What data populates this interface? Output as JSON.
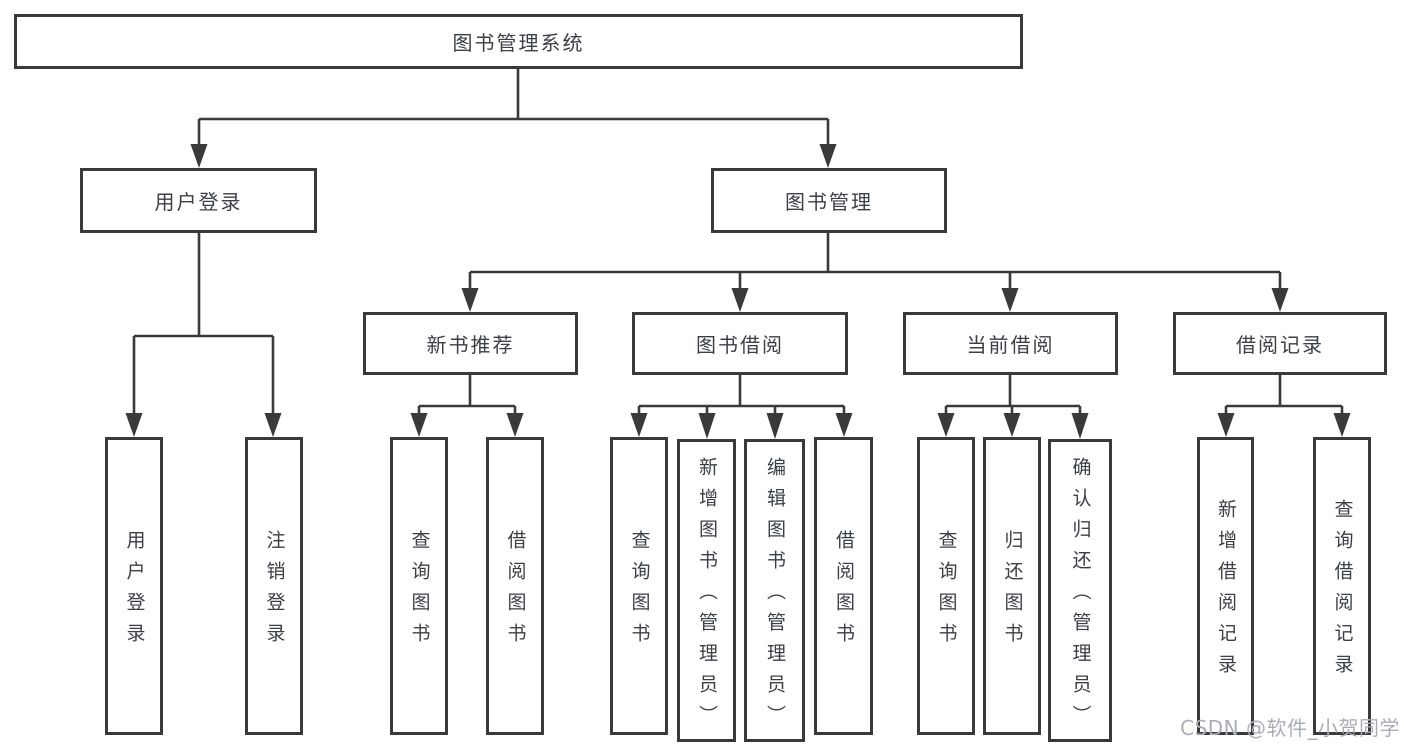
{
  "root": {
    "label": "图书管理系统"
  },
  "branches": {
    "user_login": {
      "label": "用户登录",
      "children": {
        "login": {
          "label": "用户登录"
        },
        "logout": {
          "label": "注销登录"
        }
      }
    },
    "book_mgmt": {
      "label": "图书管理",
      "sections": {
        "new_book_rec": {
          "label": "新书推荐",
          "children": {
            "query_book": {
              "label": "查询图书"
            },
            "borrow_book": {
              "label": "借阅图书"
            }
          }
        },
        "book_borrow": {
          "label": "图书借阅",
          "children": {
            "query_book": {
              "label": "查询图书"
            },
            "add_book": {
              "label": "新增图书（管理员）"
            },
            "edit_book": {
              "label": "编辑图书（管理员）"
            },
            "borrow_book": {
              "label": "借阅图书"
            }
          }
        },
        "current_borrow": {
          "label": "当前借阅",
          "children": {
            "query_book": {
              "label": "查询图书"
            },
            "return_book": {
              "label": "归还图书"
            },
            "confirm_return": {
              "label": "确认归还（管理员）"
            }
          }
        },
        "borrow_record": {
          "label": "借阅记录",
          "children": {
            "add_record": {
              "label": "新增借阅记录"
            },
            "query_record": {
              "label": "查询借阅记录"
            }
          }
        }
      }
    }
  },
  "watermark": {
    "text": "CSDN @软件_小贺同学"
  },
  "colors": {
    "line": "#3a3a3a",
    "text": "#3b3f46",
    "background": "#ffffff",
    "watermark": "#a9aeb6"
  }
}
